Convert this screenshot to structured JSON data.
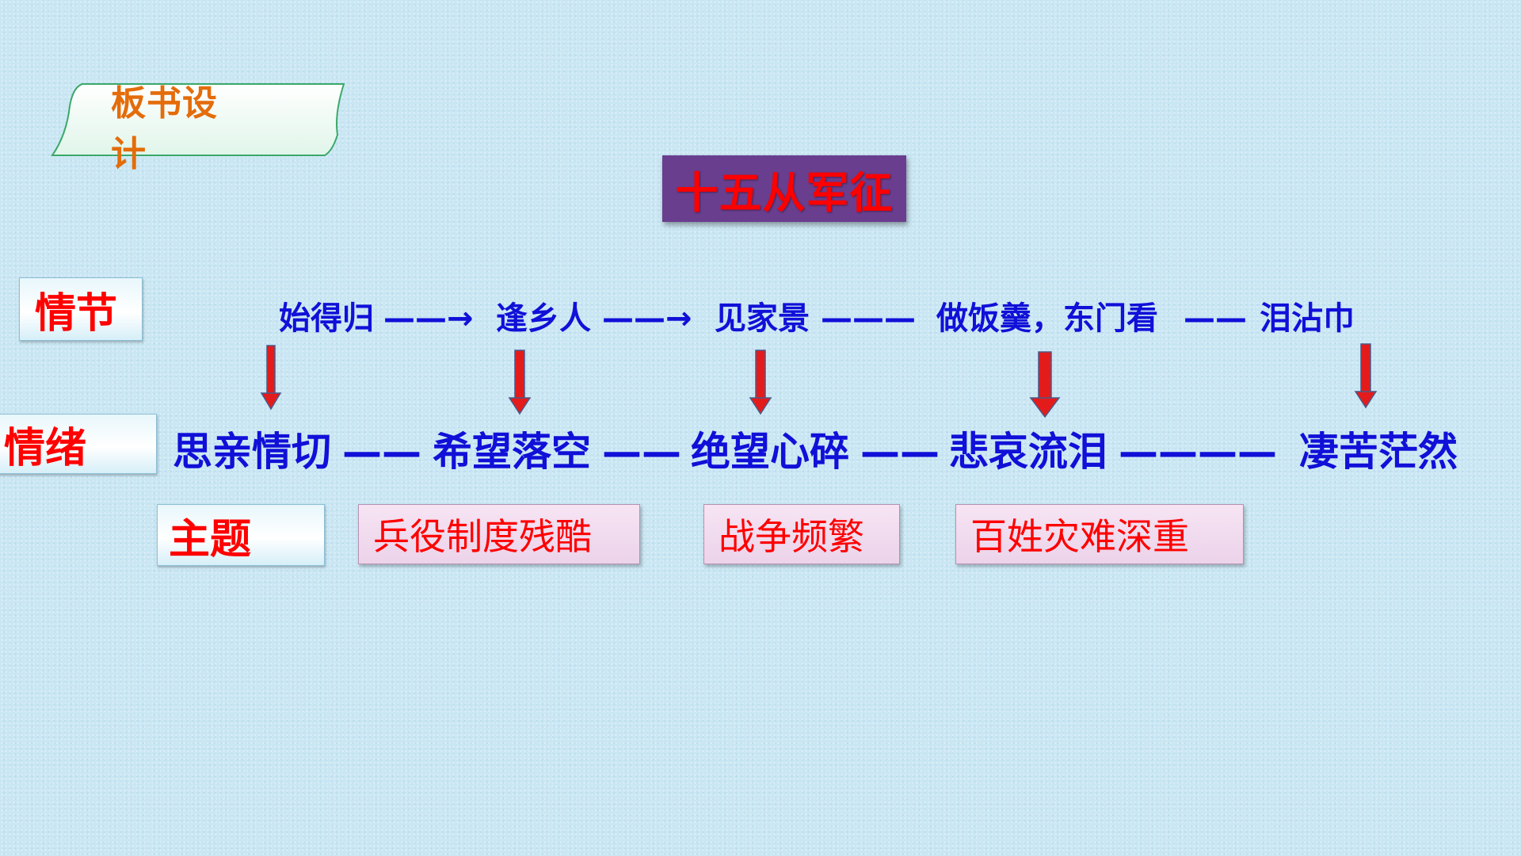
{
  "section_tab": {
    "label": "板书设计"
  },
  "title": "十五从军征",
  "row_labels": {
    "plot": "情节",
    "emotion": "情绪",
    "theme": "主题"
  },
  "plot_chain": [
    "始得归",
    "——→",
    "逢乡人",
    "——→",
    "见家景",
    "———",
    "做饭羹，东门看",
    "——",
    "泪沾巾"
  ],
  "emotion_chain": [
    "思亲情切",
    "——",
    "希望落空",
    "——",
    "绝望心碎",
    "——",
    "悲哀流泪",
    "————",
    "凄苦茫然"
  ],
  "themes": [
    "兵役制度残酷",
    "战争频繁",
    "百姓灾难深重"
  ],
  "colors": {
    "background": "#c9e6f3",
    "tab_text": "#e46c0a",
    "title_box": "#6a3e8e",
    "title_text": "#ff0000",
    "label_text": "#ff0000",
    "chain_text": "#1010d8",
    "arrow": "#e41b1b",
    "theme_box": "#ecd3ea",
    "theme_text": "#ff0000"
  }
}
